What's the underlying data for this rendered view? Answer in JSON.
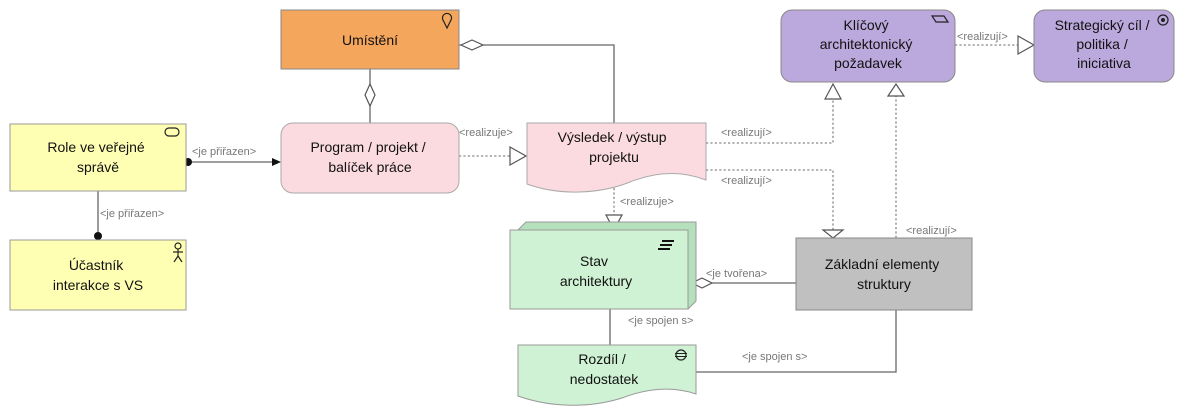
{
  "nodes": {
    "umisteni": {
      "lines": [
        "Umístění"
      ],
      "fill": "#f4a65c",
      "icon": "location-pin-icon"
    },
    "program": {
      "lines": [
        "Program / projekt /",
        "balíček práce"
      ],
      "fill": "#fbdbe0"
    },
    "vysledek": {
      "lines": [
        "Výsledek / výstup",
        "projektu"
      ],
      "fill": "#fbdbe0"
    },
    "klicovy": {
      "lines": [
        "Klíčový",
        "architektonický",
        "požadavek"
      ],
      "fill": "#bba8dc",
      "icon": "requirement-parallelogram-icon"
    },
    "strategicky": {
      "lines": [
        "Strategický cíl /",
        "politika /",
        "iniciativa"
      ],
      "fill": "#bba8dc",
      "icon": "goal-target-icon"
    },
    "role": {
      "lines": [
        "Role ve veřejné",
        "správě"
      ],
      "fill": "#ffffb4",
      "icon": "role-cylinder-icon"
    },
    "ucastnik": {
      "lines": [
        "Účastník",
        "interakce s VS"
      ],
      "fill": "#ffffb4",
      "icon": "actor-stick-figure-icon"
    },
    "stav": {
      "lines": [
        "Stav",
        "architektury"
      ],
      "fill": "#cff2d4",
      "icon": "plateau-bars-icon"
    },
    "zakladni": {
      "lines": [
        "Základní elementy",
        "struktury"
      ],
      "fill": "#c0c0c0"
    },
    "rozdil": {
      "lines": [
        "Rozdíl /",
        "nedostatek"
      ],
      "fill": "#cff2d4",
      "icon": "gap-circle-icon"
    }
  },
  "edges": {
    "realizuje_program_vysledek": "<realizuje>",
    "je_prirazen_role_program": "<je přiřazen>",
    "je_prirazen_ucastnik_role": "<je přiřazen>",
    "realizuji_vysledek_klicovy": "<realizují>",
    "realizuji_vysledek_zakladni": "<realizují>",
    "realizuji_klicovy_strategicky": "<realizují>",
    "realizuji_zakladni_klicovy": "<realizují>",
    "realizuje_vysledek_stav": "<realizuje>",
    "je_tvorena_stav_zakladni": "<je tvořena>",
    "je_spojen_stav_rozdil": "<je spojen s>",
    "je_spojen_zakladni_rozdil": "<je spojen s>"
  }
}
